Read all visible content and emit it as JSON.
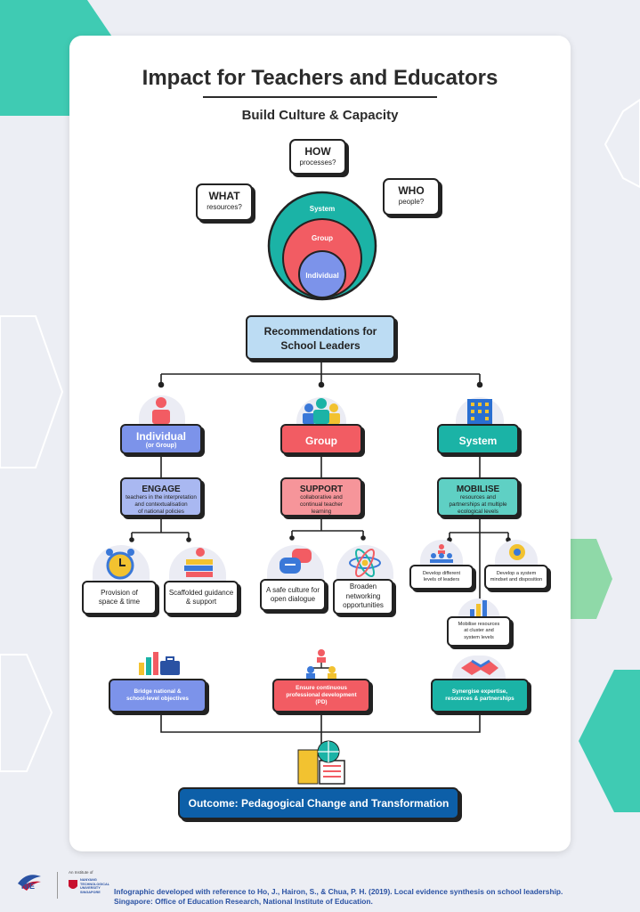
{
  "header": {
    "title": "Impact for Teachers and Educators",
    "subtitle": "Build Culture & Capacity"
  },
  "questions": {
    "how": {
      "label": "HOW",
      "sub": "processes?"
    },
    "what": {
      "label": "WHAT",
      "sub": "resources?"
    },
    "who": {
      "label": "WHO",
      "sub": "people?"
    }
  },
  "rings": {
    "system": "System",
    "group": "Group",
    "individual": "Individual"
  },
  "recommendations": {
    "line1": "Recommendations for",
    "line2": "School Leaders"
  },
  "levels": {
    "individual": {
      "label": "Individual",
      "sub": "(or Group)"
    },
    "group": {
      "label": "Group"
    },
    "system": {
      "label": "System"
    }
  },
  "actions": {
    "engage": {
      "label": "ENGAGE",
      "l1": "teachers in the interpretation",
      "l2": "and contextualisation",
      "l3": "of national policies"
    },
    "support": {
      "label": "SUPPORT",
      "l1": "collaborative and",
      "l2": "continual teacher",
      "l3": "learning"
    },
    "mobilise": {
      "label": "MOBILISE",
      "l1": "resources and",
      "l2": "partnerships at multiple",
      "l3": "ecological levels"
    }
  },
  "practices": {
    "provision": {
      "l1": "Provision of",
      "l2": "space & time"
    },
    "scaffolded": {
      "l1": "Scaffolded guidance",
      "l2": "& support"
    },
    "safe_culture": {
      "l1": "A safe culture for",
      "l2": "open dialogue"
    },
    "broaden": {
      "l1": "Broaden",
      "l2": "networking",
      "l3": "opportunities"
    },
    "leaders": {
      "l1": "Develop different",
      "l2": "levels of leaders"
    },
    "mindset": {
      "l1": "Develop a system",
      "l2": "mindset and disposition"
    },
    "mobilise_cluster": {
      "l1": "Mobilise resources",
      "l2": "at cluster and",
      "l3": "system levels"
    }
  },
  "objectives": {
    "bridge": {
      "l1": "Bridge national &",
      "l2": "school-level objectives"
    },
    "ensure": {
      "l1": "Ensure continuous",
      "l2": "professional development",
      "l3": "(PD)"
    },
    "synergise": {
      "l1": "Synergise expertise,",
      "l2": "resources & partnerships"
    }
  },
  "outcome": "Outcome: Pedagogical Change and Transformation",
  "footer": {
    "institute": "An Institute of",
    "nie": "NIE",
    "ntu": "NANYANG TECHNOLOGICAL UNIVERSITY SINGAPORE",
    "line1": "Infographic developed with reference to Ho, J., Hairon, S., & Chua, P. H. (2019). Local evidence synthesis on school leadership.",
    "line2": "Singapore: Office of Education Research, National Institute of Education."
  },
  "colors": {
    "teal": "#1bb3a6",
    "coral": "#f25c63",
    "blue": "#7c93ea",
    "light_blue": "#bcdcf3",
    "navy": "#0d5fa8",
    "hex_teal": "#3fcbb3",
    "hex_green": "#8fd9a8"
  },
  "icons": [
    "person-icon",
    "group-people-icon",
    "building-icon",
    "alarm-clock-icon",
    "books-apple-icon",
    "chat-bubbles-icon",
    "atom-icon",
    "leaders-hierarchy-icon",
    "gear-head-icon",
    "bar-chart-icon",
    "briefcase-chart-icon",
    "people-network-icon",
    "handshake-icon",
    "book-globe-icon"
  ]
}
